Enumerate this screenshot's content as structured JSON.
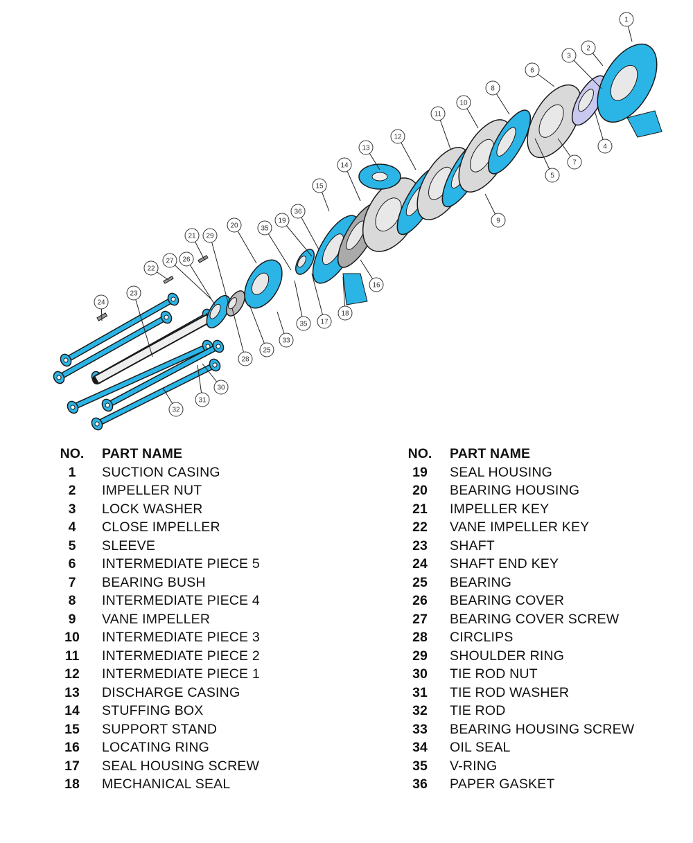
{
  "diagram": {
    "callouts": [
      "1",
      "2",
      "3",
      "4",
      "5",
      "6",
      "7",
      "8",
      "9",
      "10",
      "11",
      "12",
      "13",
      "14",
      "15",
      "16",
      "17",
      "18",
      "19",
      "20",
      "21",
      "29",
      "22",
      "27",
      "26",
      "24",
      "23",
      "35",
      "36",
      "35",
      "33",
      "25",
      "28",
      "30",
      "31",
      "32"
    ],
    "colors": {
      "part_blue": "#2bb5e6",
      "part_gray": "#d9d9d9",
      "outline": "#1a1a1a"
    }
  },
  "table_headers": {
    "no": "NO.",
    "name": "PART NAME"
  },
  "parts_left": [
    {
      "no": "1",
      "name": "SUCTION CASING"
    },
    {
      "no": "2",
      "name": "IMPELLER NUT"
    },
    {
      "no": "3",
      "name": "LOCK WASHER"
    },
    {
      "no": "4",
      "name": "CLOSE IMPELLER"
    },
    {
      "no": "5",
      "name": "SLEEVE"
    },
    {
      "no": "6",
      "name": "INTERMEDIATE PIECE 5"
    },
    {
      "no": "7",
      "name": "BEARING BUSH"
    },
    {
      "no": "8",
      "name": "INTERMEDIATE PIECE 4"
    },
    {
      "no": "9",
      "name": "VANE IMPELLER"
    },
    {
      "no": "10",
      "name": "INTERMEDIATE PIECE 3"
    },
    {
      "no": "11",
      "name": "INTERMEDIATE PIECE 2"
    },
    {
      "no": "12",
      "name": "INTERMEDIATE PIECE 1"
    },
    {
      "no": "13",
      "name": "DISCHARGE CASING"
    },
    {
      "no": "14",
      "name": "STUFFING BOX"
    },
    {
      "no": "15",
      "name": "SUPPORT STAND"
    },
    {
      "no": "16",
      "name": "LOCATING RING"
    },
    {
      "no": "17",
      "name": "SEAL HOUSING SCREW"
    },
    {
      "no": "18",
      "name": "MECHANICAL SEAL"
    }
  ],
  "parts_right": [
    {
      "no": "19",
      "name": "SEAL HOUSING"
    },
    {
      "no": "20",
      "name": "BEARING HOUSING"
    },
    {
      "no": "21",
      "name": "IMPELLER KEY"
    },
    {
      "no": "22",
      "name": "VANE IMPELLER KEY"
    },
    {
      "no": "23",
      "name": "SHAFT"
    },
    {
      "no": "24",
      "name": "SHAFT END KEY"
    },
    {
      "no": "25",
      "name": "BEARING"
    },
    {
      "no": "26",
      "name": "BEARING COVER"
    },
    {
      "no": "27",
      "name": "BEARING COVER SCREW"
    },
    {
      "no": "28",
      "name": "CIRCLIPS"
    },
    {
      "no": "29",
      "name": "SHOULDER RING"
    },
    {
      "no": "30",
      "name": "TIE ROD NUT"
    },
    {
      "no": "31",
      "name": "TIE ROD WASHER"
    },
    {
      "no": "32",
      "name": "TIE ROD"
    },
    {
      "no": "33",
      "name": "BEARING HOUSING SCREW"
    },
    {
      "no": "34",
      "name": "OIL SEAL"
    },
    {
      "no": "35",
      "name": "V-RING"
    },
    {
      "no": "36",
      "name": "PAPER GASKET"
    }
  ]
}
